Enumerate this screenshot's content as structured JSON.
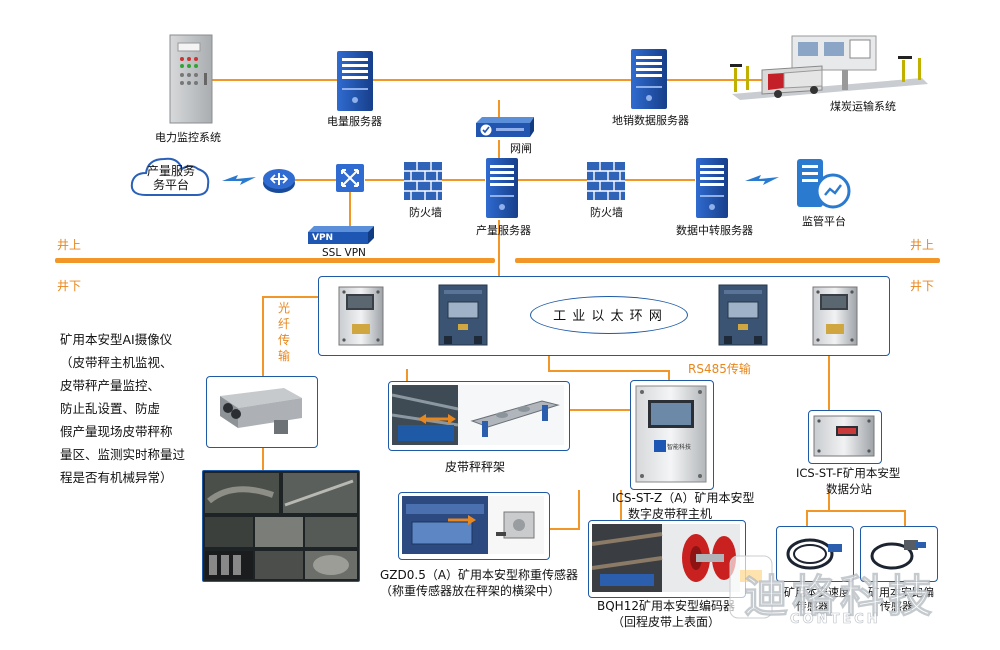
{
  "labels": {
    "power_monitor": "电力监控系统",
    "power_server": "电量服务器",
    "gatekeeper": "网闸",
    "local_sales_server": "地销数据服务器",
    "coal_transport": "煤炭运输系统",
    "production_platform": "产量服务\n务平台",
    "firewall_left": "防火墙",
    "production_server": "产量服务器",
    "firewall_right": "防火墙",
    "data_relay_server": "数据中转服务器",
    "supervision_platform": "监管平台",
    "ssl_vpn": "SSL VPN",
    "vpn_badge": "VPN",
    "above_left": "井上",
    "above_right": "井上",
    "below_left": "井下",
    "below_right": "井下",
    "ring_network": "工 业 以 太 环 网",
    "fiber_transmission": "光纤传输",
    "rs485": "RS485传输",
    "belt_scale_frame": "皮带秤秤架",
    "host_line1": "ICS-ST-Z（A）矿用本安型",
    "host_line2": "数字皮带秤主机",
    "substation_line1": "ICS-ST-F矿用本安型",
    "substation_line2": "数据分站",
    "load_cell_line1": "GZD0.5（A）矿用本安型称重传感器",
    "load_cell_line2": "（称重传感器放在秤架的横梁中）",
    "encoder_line1": "BQH12矿用本安型编码器",
    "encoder_line2": "（回程皮带上表面）",
    "speed_sensor_line1": "矿用本安速度",
    "speed_sensor_line2": "传感器",
    "tilt_sensor_line1": "矿用本安跑偏",
    "tilt_sensor_line2": "传感器",
    "host_screen_brand": "智能科技"
  },
  "camera_description": [
    "矿用本安型AI摄像仪",
    "（皮带秤主机监视、",
    "皮带秤产量监控、",
    "防止乱设置、防虚",
    "假产量现场皮带秤称",
    "量区、监测实时称量过",
    "程是否有机械异常）"
  ],
  "watermark": {
    "main": "迪格科技",
    "sub": "CONTECH"
  },
  "colors": {
    "line": "#f29727",
    "frame": "#1f5aa6",
    "server": "#1e56b4",
    "firewall": "#2f63b8"
  }
}
